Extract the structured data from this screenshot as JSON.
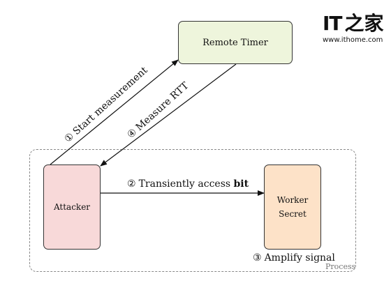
{
  "logo": {
    "brand": "IT之家",
    "it_text": "IT",
    "glyph_text": "之家",
    "url": "www.ithome.com"
  },
  "nodes": {
    "remote_timer": "Remote Timer",
    "attacker": "Attacker",
    "worker_line1": "Worker",
    "worker_line2": "Secret"
  },
  "group": {
    "process": "Process"
  },
  "edges": {
    "start": {
      "num": "①",
      "text": "Start measurement"
    },
    "measure": {
      "num": "④",
      "text": "Measure RTT"
    },
    "transient": {
      "num": "②",
      "text": "Transiently access ",
      "bold": "bit"
    },
    "amplify": {
      "num": "③",
      "text": "Amplify signal"
    }
  }
}
